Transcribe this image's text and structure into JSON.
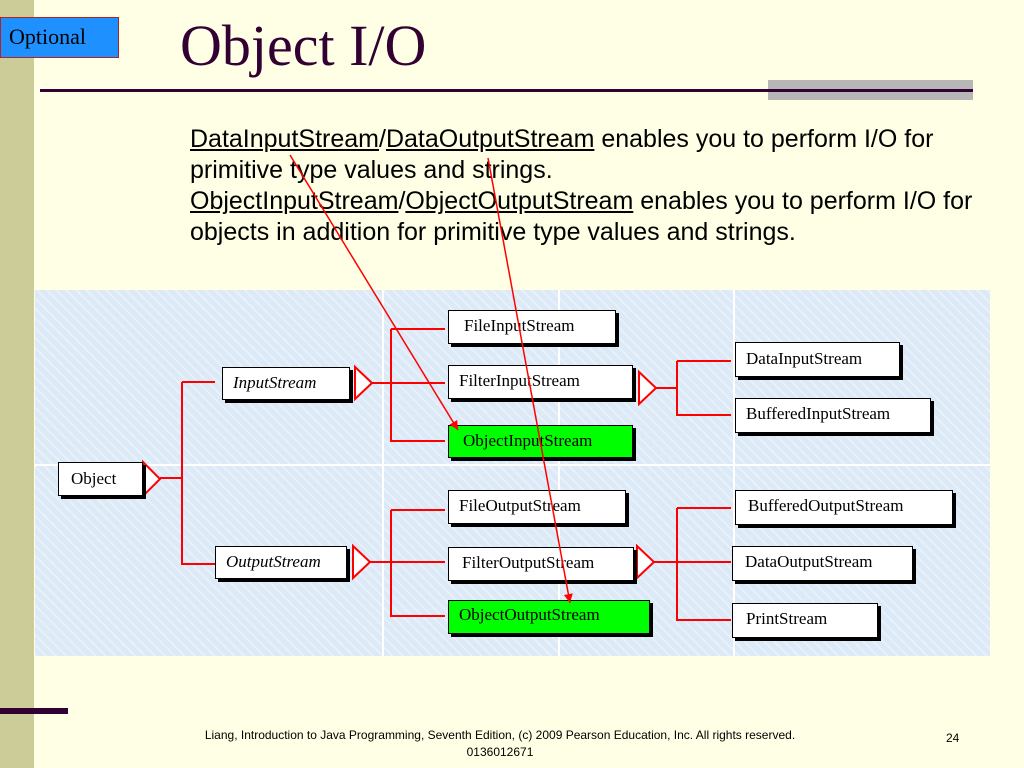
{
  "slide": {
    "badge": "Optional",
    "title": "Object I/O",
    "body": {
      "p1": {
        "link1": "DataInputStream",
        "sep": "/",
        "link2": "DataOutputStream",
        "text": " enables you to perform I/O for primitive type values and strings."
      },
      "p2": {
        "link1": "ObjectInputStream",
        "sep": "/",
        "link2": "ObjectOutputStream",
        "text": " enables you to perform I/O for objects in addition for primitive type values and strings."
      }
    },
    "footer": "Liang, Introduction to Java Programming, Seventh Edition, (c) 2009 Pearson Education, Inc. All rights reserved. 0136012671",
    "page_number": "24"
  },
  "diagram": {
    "classes": {
      "object": "Object",
      "input_stream": "InputStream",
      "output_stream": "OutputStream",
      "file_input_stream": "FileInputStream",
      "filter_input_stream": "FilterInputStream",
      "object_input_stream": "ObjectInputStream",
      "file_output_stream": "FileOutputStream",
      "filter_output_stream": "FilterOutputStream",
      "object_output_stream": "ObjectOutputStream",
      "data_input_stream": "DataInputStream",
      "buffered_input_stream": "BufferedInputStream",
      "buffered_output_stream": "BufferedOutputStream",
      "data_output_stream": "DataOutputStream",
      "print_stream": "PrintStream"
    },
    "highlighted": [
      "ObjectInputStream",
      "ObjectOutputStream"
    ],
    "colors": {
      "inheritance_lines": "#FF0000",
      "highlight_fill": "#00FF00",
      "title": "#330033",
      "badge": "#1E90FF"
    }
  }
}
